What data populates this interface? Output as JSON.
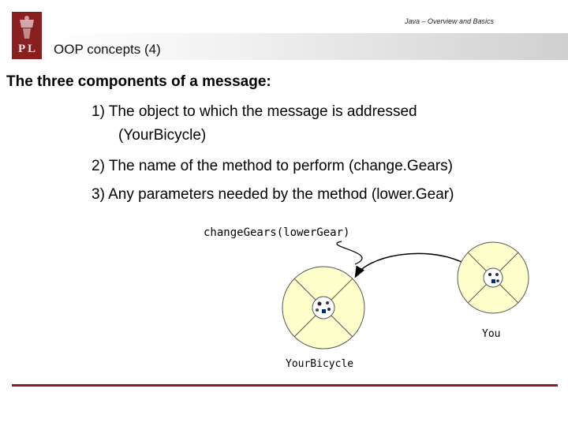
{
  "header": {
    "logo_text": "P L",
    "subtitle": "Java – Overview and Basics",
    "title": "OOP concepts (4)"
  },
  "content": {
    "heading": "The three components of a message:",
    "points": [
      "1) The object to which the message is addressed",
      "(YourBicycle)",
      "2) The name of the method to perform (change.Gears)",
      "3) Any parameters needed by the method (lower.Gear)"
    ]
  },
  "diagram": {
    "message_label": "changeGears(lowerGear)",
    "object_label": "YourBicycle",
    "sender_label": "You"
  },
  "colors": {
    "accent": "#8a1f1f",
    "circle_fill": "#ffffcc"
  }
}
